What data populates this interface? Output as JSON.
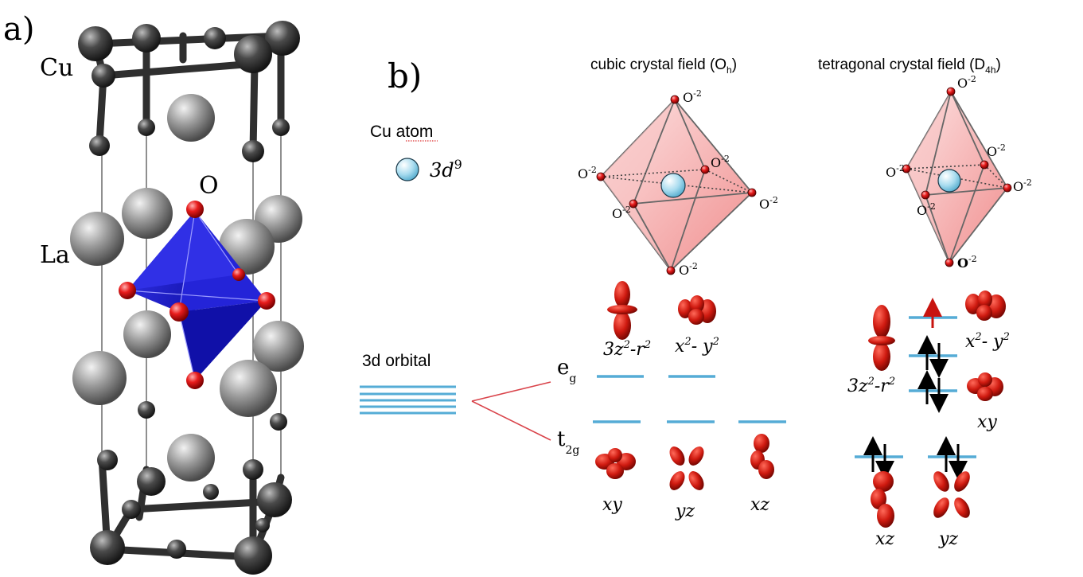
{
  "panel_a": {
    "label": "a)",
    "cu": "Cu",
    "o": "O",
    "la": "La"
  },
  "panel_b": {
    "label": "b)",
    "cu_atom": "Cu atom",
    "config_base": "3d",
    "config_sup": "9",
    "orbital_3d": "3d orbital",
    "eg_base": "e",
    "eg_sub": "g",
    "t2g_base": "t",
    "t2g_sub": "2g"
  },
  "cubic": {
    "title_base": "cubic crystal field (O",
    "title_sub": "h",
    "title_end": ")",
    "oxygen_base": "O",
    "oxygen_sup": "-2",
    "orb_z2_base": "3z",
    "orb_z2_sup": "2",
    "orb_z2_mid": "-r",
    "orb_z2_sup2": "2",
    "orb_x2_base": "x",
    "orb_x2_sup": "2",
    "orb_x2_mid": "- y",
    "orb_x2_sup2": "2",
    "xy": "xy",
    "yz": "yz",
    "xz": "xz"
  },
  "tetragonal": {
    "title_base": "tetragonal crystal field (D",
    "title_sub": "4h",
    "title_end": ")",
    "oxygen_base": "O",
    "oxygen_sup": "-2",
    "orb_x2_base": "x",
    "orb_x2_sup": "2",
    "orb_x2_mid": "- y",
    "orb_x2_sup2": "2",
    "orb_z2_base": "3z",
    "orb_z2_sup": "2",
    "orb_z2_mid": "-r",
    "orb_z2_sup2": "2",
    "xy": "xy",
    "xz": "xz",
    "yz": "yz"
  },
  "colors": {
    "cu_atom": "#3d3d3d",
    "la_atom": "#8a8a8a",
    "oxygen": "#e0121a",
    "octahedron": "#1a1ad6",
    "level": "#55acd6",
    "split_line": "#d9434a",
    "orbital": "#c8140f",
    "spin_up_unpaired": "#c8140f",
    "ligand_face": "#f4a7a7",
    "atom_center": "#a9dcef"
  }
}
